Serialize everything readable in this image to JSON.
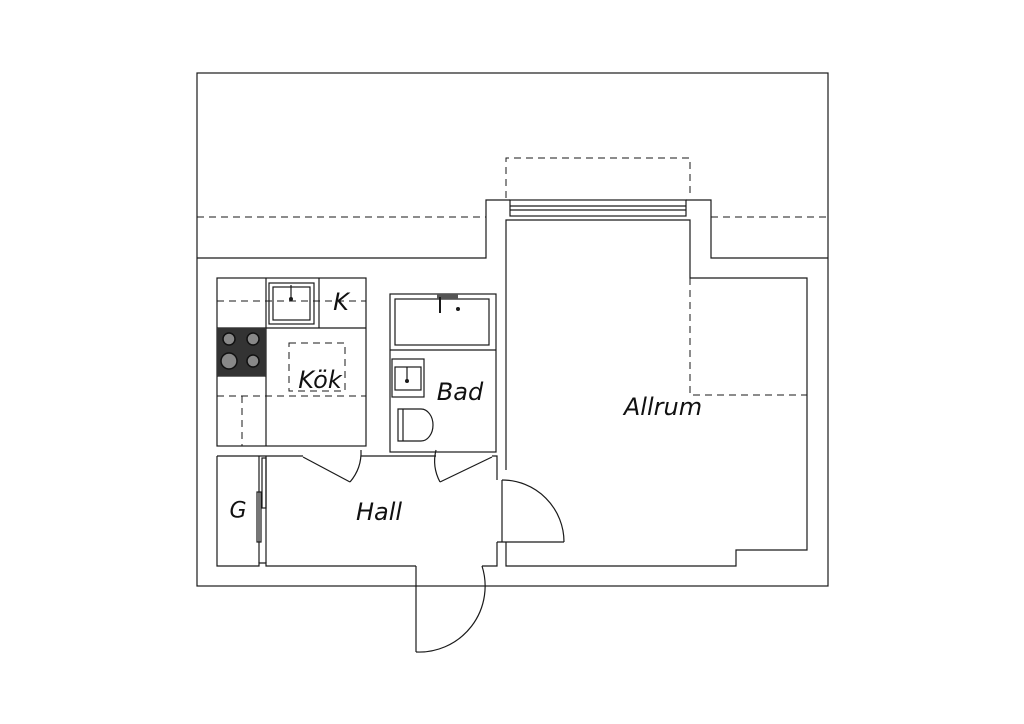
{
  "rooms": {
    "allrum": "Allrum",
    "kok": "Kök",
    "bad": "Bad",
    "hall": "Hall",
    "k": "K",
    "g": "G"
  }
}
